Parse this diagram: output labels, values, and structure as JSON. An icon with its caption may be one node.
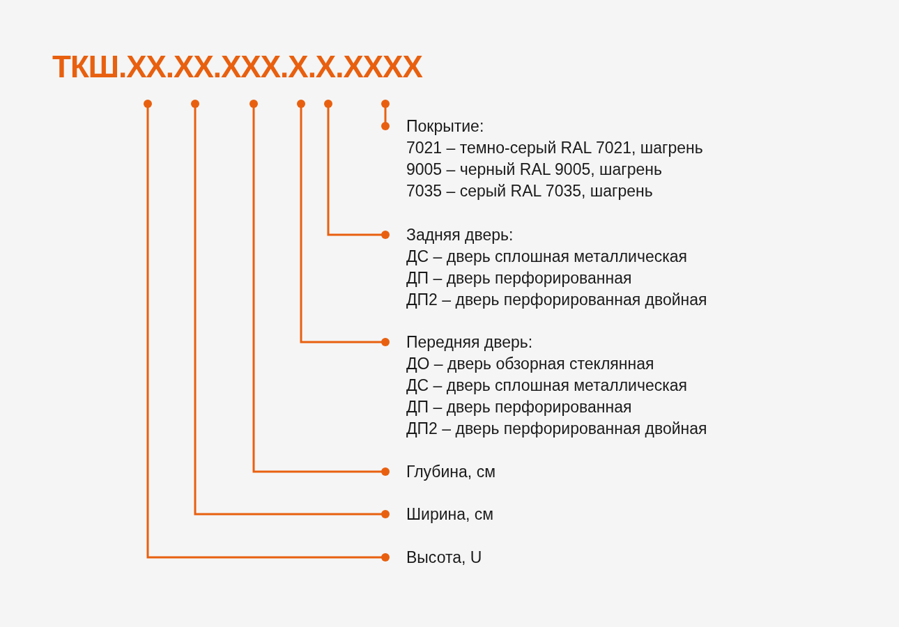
{
  "diagram": {
    "nodes": [
      {
        "text": [
          "ТКШ.XX.XX.XXX.X.X.XXXX"
        ]
      },
      {
        "text": [
          "Покрытие:",
          "7021 – темно-серый RAL 7021, шагрень",
          "9005 – черный RAL 9005, шагрень",
          "7035 – серый RAL 7035, шагрень"
        ]
      },
      {
        "text": [
          "Задняя дверь:",
          "ДС – дверь сплошная металлическая",
          "ДП – дверь перфорированная",
          "ДП2 – дверь перфорированная двойная"
        ]
      },
      {
        "text": [
          "Передняя дверь:",
          "ДО – дверь обзорная стеклянная",
          "ДС – дверь сплошная металлическая",
          "ДП – дверь перфорированная",
          "ДП2 – дверь перфорированная двойная"
        ]
      },
      {
        "text": [
          "Глубина, см"
        ]
      },
      {
        "text": [
          "Ширина, см"
        ]
      },
      {
        "text": [
          "Высота, U"
        ]
      }
    ],
    "edges": [
      {
        "from": 0,
        "to": 1,
        "arrow": "other"
      },
      {
        "from": 0,
        "to": 2,
        "arrow": "other"
      },
      {
        "from": 0,
        "to": 3,
        "arrow": "other"
      },
      {
        "from": 0,
        "to": 4,
        "arrow": "other"
      },
      {
        "from": 0,
        "to": 5,
        "arrow": "other"
      },
      {
        "from": 0,
        "to": 6,
        "arrow": "other"
      }
    ]
  }
}
